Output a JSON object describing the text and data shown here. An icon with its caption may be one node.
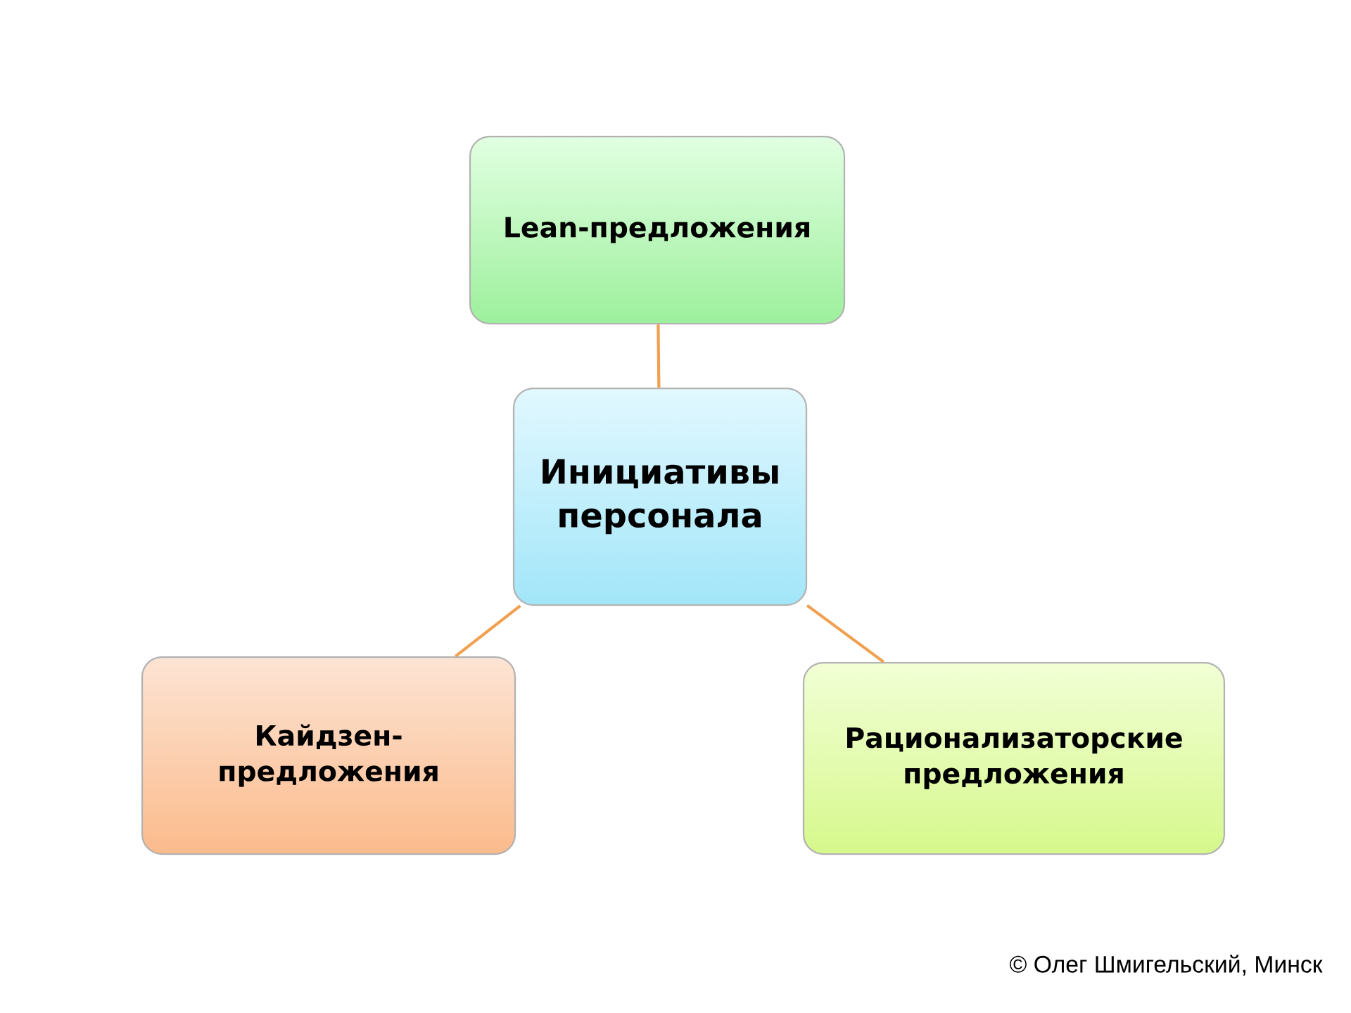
{
  "diagram": {
    "nodes": [
      {
        "text": [
          "Инициативы персонала"
        ]
      },
      {
        "text": [
          "Lean-предложения"
        ]
      },
      {
        "text": [
          "Кайдзен-предложения"
        ]
      },
      {
        "text": [
          "Рационализаторские предложения"
        ]
      }
    ],
    "edges": [
      {
        "from": 0,
        "to": 1,
        "arrow": "none"
      },
      {
        "from": 0,
        "to": 2,
        "arrow": "none"
      },
      {
        "from": 0,
        "to": 3,
        "arrow": "none"
      }
    ],
    "labels": [
      "© Олег Шмигельский, Минск"
    ]
  }
}
